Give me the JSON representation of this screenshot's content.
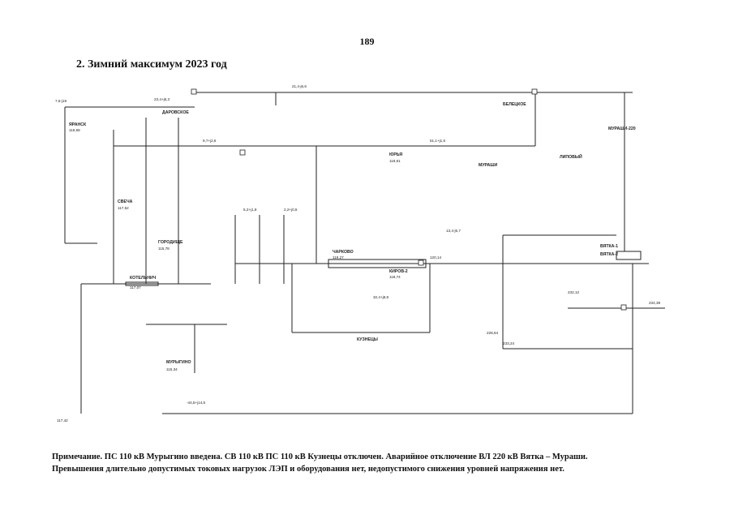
{
  "page": {
    "number": "189"
  },
  "section": {
    "title": "2. Зимний максимум 2023 год"
  },
  "note": {
    "line1": "Примечание. ПС 110 кВ Мурыгино введена. СВ 110 кВ ПС 110 кВ Кузнецы отключен. Аварийное отключение ВЛ 220 кВ Вятка – Мураши.",
    "line2": "Превышения длительно допустимых токовых нагрузок ЛЭП и оборудования нет, недопустимого снижения уровней напряжения нет."
  },
  "diagram": {
    "nodes": [
      {
        "key": "n1",
        "label": "КОТЕЛЬНИЧ"
      },
      {
        "key": "n2",
        "label": "СВЕЧА"
      },
      {
        "key": "n3",
        "label": "ГОРОДИЩЕ"
      },
      {
        "key": "n4",
        "label": "ЯРАНСК"
      },
      {
        "key": "n5",
        "label": "ЮРЬЯ"
      },
      {
        "key": "n6",
        "label": "МУРАШИ"
      },
      {
        "key": "n7",
        "label": "БЕЛЕЦКОЕ"
      },
      {
        "key": "n8",
        "label": "ЛИПОВЫЙ"
      },
      {
        "key": "n9",
        "label": "ВЯТКА-1"
      },
      {
        "key": "n10",
        "label": "ВЯТКА-2"
      },
      {
        "key": "n11",
        "label": "ЧАРКОВО"
      },
      {
        "key": "n12",
        "label": "КИРОВ-2"
      },
      {
        "key": "n13",
        "label": "МУРЫГИНО"
      },
      {
        "key": "n14",
        "label": "КУЗНЕЦЫ"
      },
      {
        "key": "n15",
        "label": "ДАРОВСКОЕ"
      },
      {
        "key": "n16",
        "label": "МУРАШИ-220"
      }
    ],
    "values": [
      {
        "key": "v1",
        "text": "117,07"
      },
      {
        "key": "v2",
        "text": "116,58"
      },
      {
        "key": "v3",
        "text": "115,78"
      },
      {
        "key": "v4",
        "text": "117,52"
      },
      {
        "key": "v5",
        "text": "119,61"
      },
      {
        "key": "v6",
        "text": "119,27"
      },
      {
        "key": "v7",
        "text": "118,74"
      },
      {
        "key": "v8",
        "text": "120,14"
      },
      {
        "key": "v9",
        "text": "232,12"
      },
      {
        "key": "v10",
        "text": "228,64"
      },
      {
        "key": "v11",
        "text": "233,24"
      },
      {
        "key": "v12",
        "text": "234,39"
      },
      {
        "key": "v13",
        "text": "115,34"
      },
      {
        "key": "v14",
        "text": "117,42"
      },
      {
        "key": "v15",
        "text": "7,6-j19"
      },
      {
        "key": "v16",
        "text": "23,4+j6,3"
      },
      {
        "key": "v17",
        "text": "21,4-j6,6"
      },
      {
        "key": "v18",
        "text": "9,7+j2,6"
      },
      {
        "key": "v19",
        "text": "5,2+j1,8"
      },
      {
        "key": "v20",
        "text": "-44,5+j14,5"
      },
      {
        "key": "v21",
        "text": "13,4-j5,7"
      },
      {
        "key": "v22",
        "text": "51,1+j1,6"
      },
      {
        "key": "v23",
        "text": "32,4+j8,8"
      },
      {
        "key": "v24",
        "text": "2,2+j0,5"
      }
    ]
  }
}
